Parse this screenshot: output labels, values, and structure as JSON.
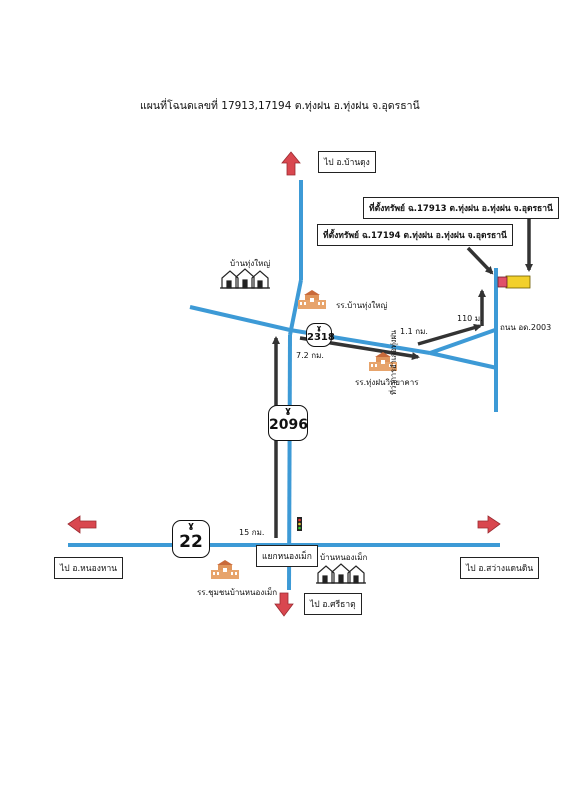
{
  "title": "แผนที่โฉนดเลขที่ 17913,17194 ต.ทุ่งฝน อ.ทุ่งฝน จ.อุดรธานี",
  "destinations": {
    "north": "ไป อ.บ้านดุง",
    "west": "ไป อ.หนองหาน",
    "east": "ไป อ.สว่างแดนดิน",
    "south": "ไป อ.ศรีธาตุ"
  },
  "properties": {
    "plot_17913": "ที่ตั้งทรัพย์ ฉ.17913 ต.ทุ่งฝน อ.ทุ่งฝน จ.อุดรธานี",
    "plot_17194": "ที่ตั้งทรัพย์ ฉ.17194 ต.ทุ่งฝน อ.ทุ่งฝน จ.อุดรธานี"
  },
  "roads": {
    "r2318": "2318",
    "r2096": "2096",
    "r22": "22",
    "local": "ถนน อด.2003",
    "district_office_road": "ที่ว่าการอำเภอทุ่งฝน"
  },
  "places": {
    "ban_thung_yai": "บ้านทุ่งใหญ่",
    "school_thung_yai": "รร.บ้านทุ่งใหญ่",
    "school_thungfon": "รร.ทุ่งฝนวิทยาคาร",
    "ban_nong_mek": "บ้านหนองเม็ก",
    "junction": "แยกหนองเม็ก",
    "school_nong_mek": "รร.ชุมชนบ้านหนองเม็ก"
  },
  "distances": {
    "d15": "15 กม.",
    "d72": "7.2 กม.",
    "d11": "1.1 กม.",
    "d110": "110 ม."
  },
  "colors": {
    "road": "#3d9ad6",
    "route_arrow": "#333333",
    "direction_arrow": "#d9474f",
    "plot_17913": "#f2d02b",
    "plot_17194": "#e0506a",
    "school": "#e0955b"
  },
  "icons": {
    "school": "school-building-icon",
    "village": "village-houses-icon",
    "traffic_light": "traffic-light-icon"
  }
}
